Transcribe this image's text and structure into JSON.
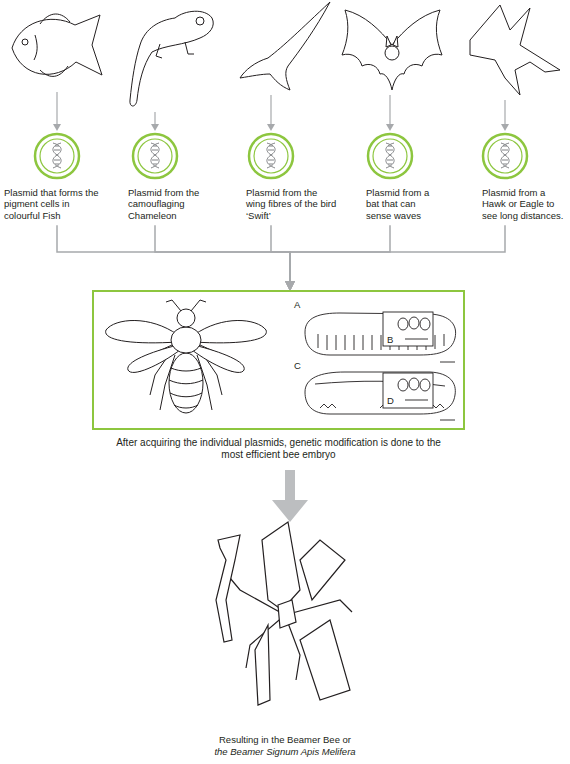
{
  "diagram": {
    "nodes": [
      {
        "text": [
          "Plasmid that forms the pigment cells in colourful Fish"
        ]
      },
      {
        "text": [
          "Plasmid from the camouflaging Chameleon"
        ]
      },
      {
        "text": [
          "Plasmid from the wing fibres of the bird ‘Swift’"
        ]
      },
      {
        "text": [
          "Plasmid from a bat that can sense waves"
        ]
      },
      {
        "text": [
          "Plasmid from a Hawk or Eagle to see long distances."
        ]
      },
      {
        "text": [
          "After acquiring the individual plasmids, genetic modification is done to the most efficient bee embryo"
        ]
      }
    ],
    "edges": [
      {
        "from": 0,
        "to": 5,
        "arrow": "to"
      },
      {
        "from": 1,
        "to": 5,
        "arrow": "to"
      },
      {
        "from": 2,
        "to": 5,
        "arrow": "to"
      },
      {
        "from": 3,
        "to": 5,
        "arrow": "to"
      },
      {
        "from": 4,
        "to": 5,
        "arrow": "to"
      }
    ],
    "labels": [
      "A",
      "B",
      "C",
      "D",
      "Resulting in the Beamer Bee or",
      "the Beamer Signum Apis Melifera"
    ]
  }
}
